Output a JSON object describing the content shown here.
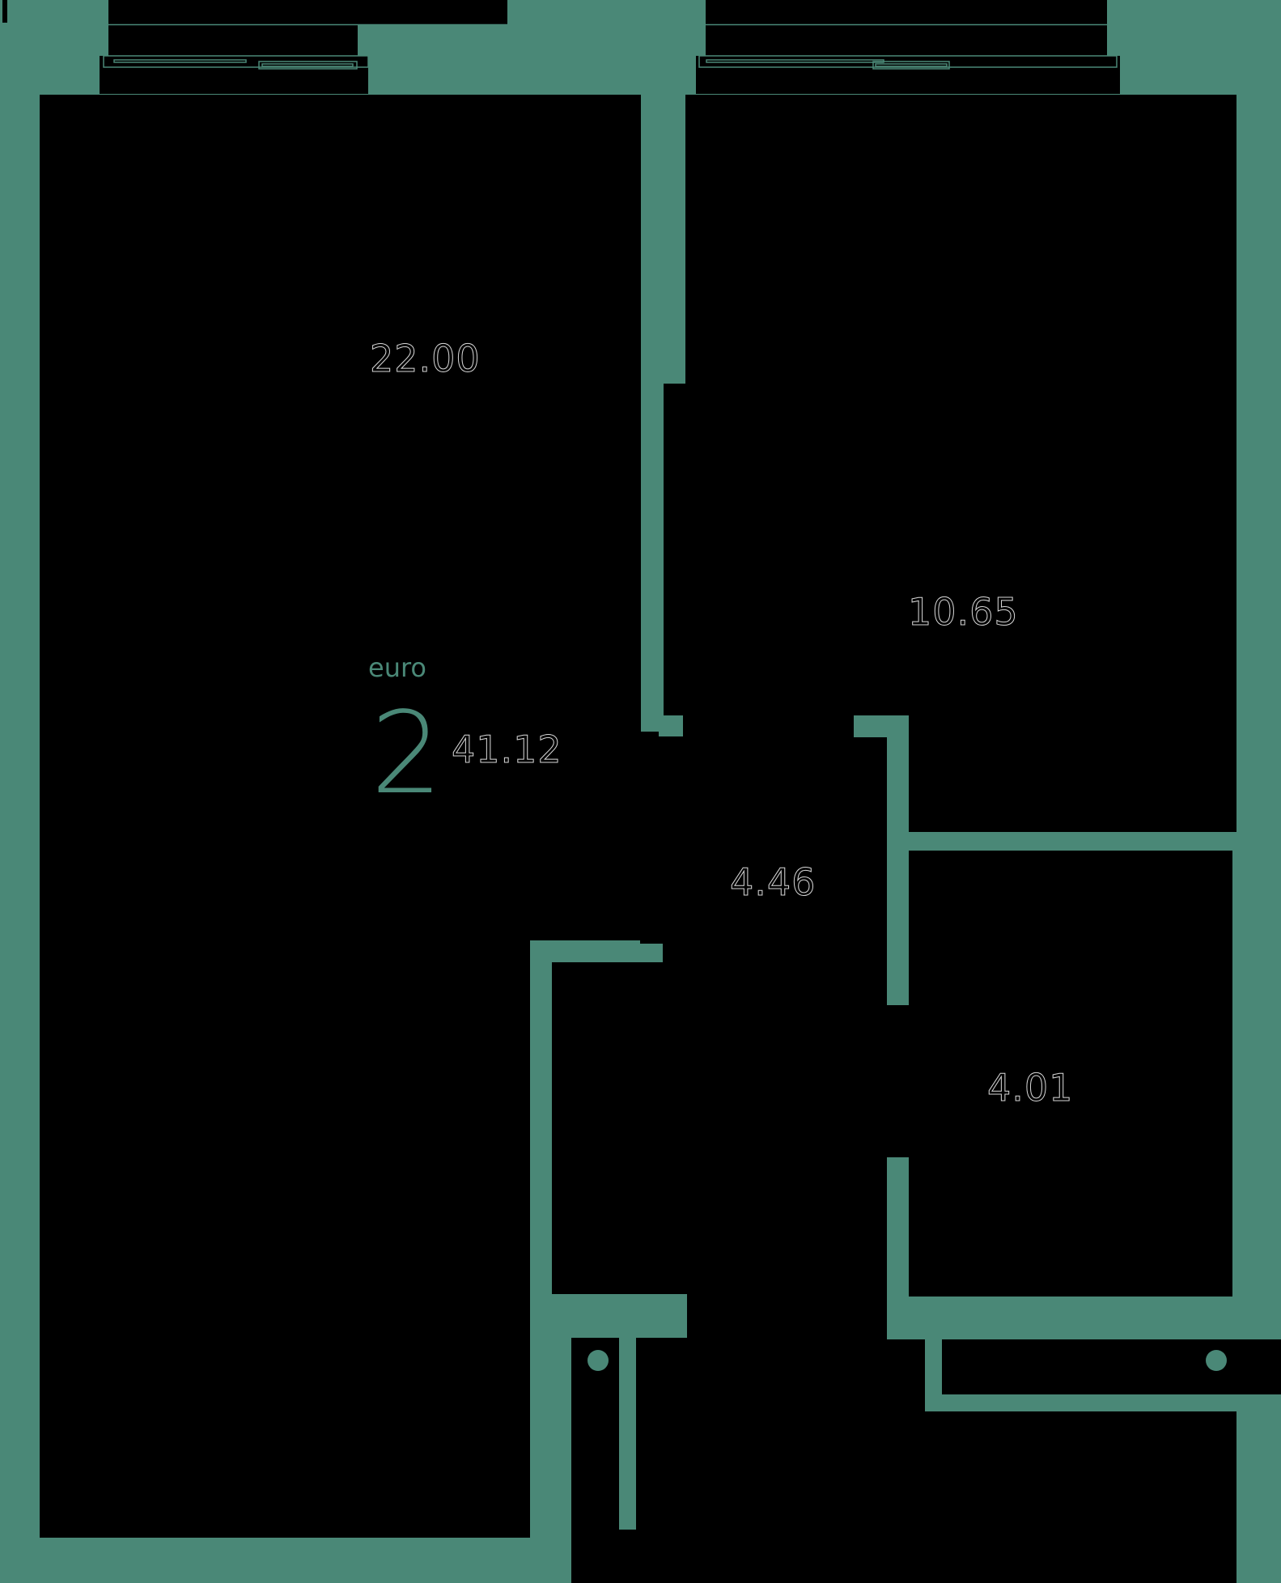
{
  "colors": {
    "wall": "#4a8877",
    "background": "#000000",
    "label_outline": "#d8d8d8"
  },
  "brand": {
    "word": "euro",
    "rooms_count": "2"
  },
  "total_area": "41.12",
  "rooms": [
    {
      "id": "living-kitchen",
      "area": "22.00"
    },
    {
      "id": "bedroom",
      "area": "10.65"
    },
    {
      "id": "hallway",
      "area": "4.46"
    },
    {
      "id": "bathroom",
      "area": "4.01"
    }
  ]
}
